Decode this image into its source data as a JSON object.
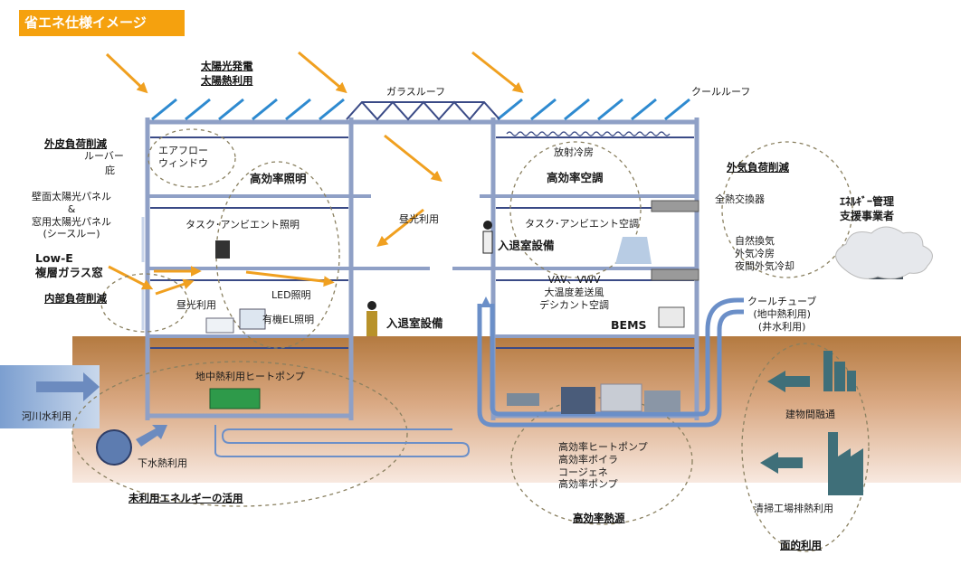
{
  "title": "省エネ仕様イメージ",
  "labels": {
    "solar_power": "太陽光発電",
    "solar_heat": "太陽熱利用",
    "glass_roof": "ガラスルーフ",
    "cool_roof": "クールルーフ",
    "envelope_load": "外皮負荷削減",
    "louver": "ルーバー",
    "eaves": "庇",
    "airflow_window": "エアフロー\nウィンドウ",
    "wall_pv": "壁面太陽光パネル\n&\n窓用太陽光パネル\n(シースルー)",
    "lowe": "Low-E\n複層ガラス窓",
    "internal_load": "内部負荷削減",
    "efficient_lighting": "高効率照明",
    "task_ambient_lighting": "タスク･アンビエント照明",
    "daylight_top": "昼光利用",
    "daylight_bottom": "昼光利用",
    "led": "LED照明",
    "oel": "有機EL照明",
    "room_access_center": "入退室設備",
    "room_access_right": "入退室設備",
    "radiant_cooling": "放射冷房",
    "efficient_ac": "高効率空調",
    "task_ambient_ac": "タスク･アンビエント空調",
    "vav": "VAV、VWV\n大温度差送風\nデシカント空調",
    "bems": "BEMS",
    "outdoor_load": "外気負荷削減",
    "heat_exchanger": "全熱交換器",
    "natural_ventilation": "自然換気\n外気冷房\n夜間外気冷却",
    "energy_mgmt": "ｴﾈﾙｷﾞｰ管理\n支援事業者",
    "cool_tube": "クールチューブ\n(地中熱利用)\n(井水利用)",
    "geo_heatpump": "地中熱利用ヒートポンプ",
    "river_water": "河川水利用",
    "sewage_heat": "下水熱利用",
    "unused_energy": "未利用エネルギーの活用",
    "heat_sources": "高効率ヒートポンプ\n高効率ボイラ\nコージェネ\n高効率ポンプ",
    "efficient_heat_source": "高効率熱源",
    "building_interchange": "建物間融通",
    "incinerator_heat": "清掃工場排熱利用",
    "area_use": "面的利用"
  },
  "colors": {
    "badge": "#f5a10e",
    "arrow_orange": "#f0a020",
    "ground_top": "#b87a3c",
    "ground_bottom": "#f6e0d4",
    "structure": "#8fa0c6",
    "structure_dark": "#3a4a86",
    "solar_panel": "#2e8ad0",
    "river": "#8aaed8",
    "teal_arrow": "#3f6f79",
    "pipe": "#6b8fc8"
  }
}
